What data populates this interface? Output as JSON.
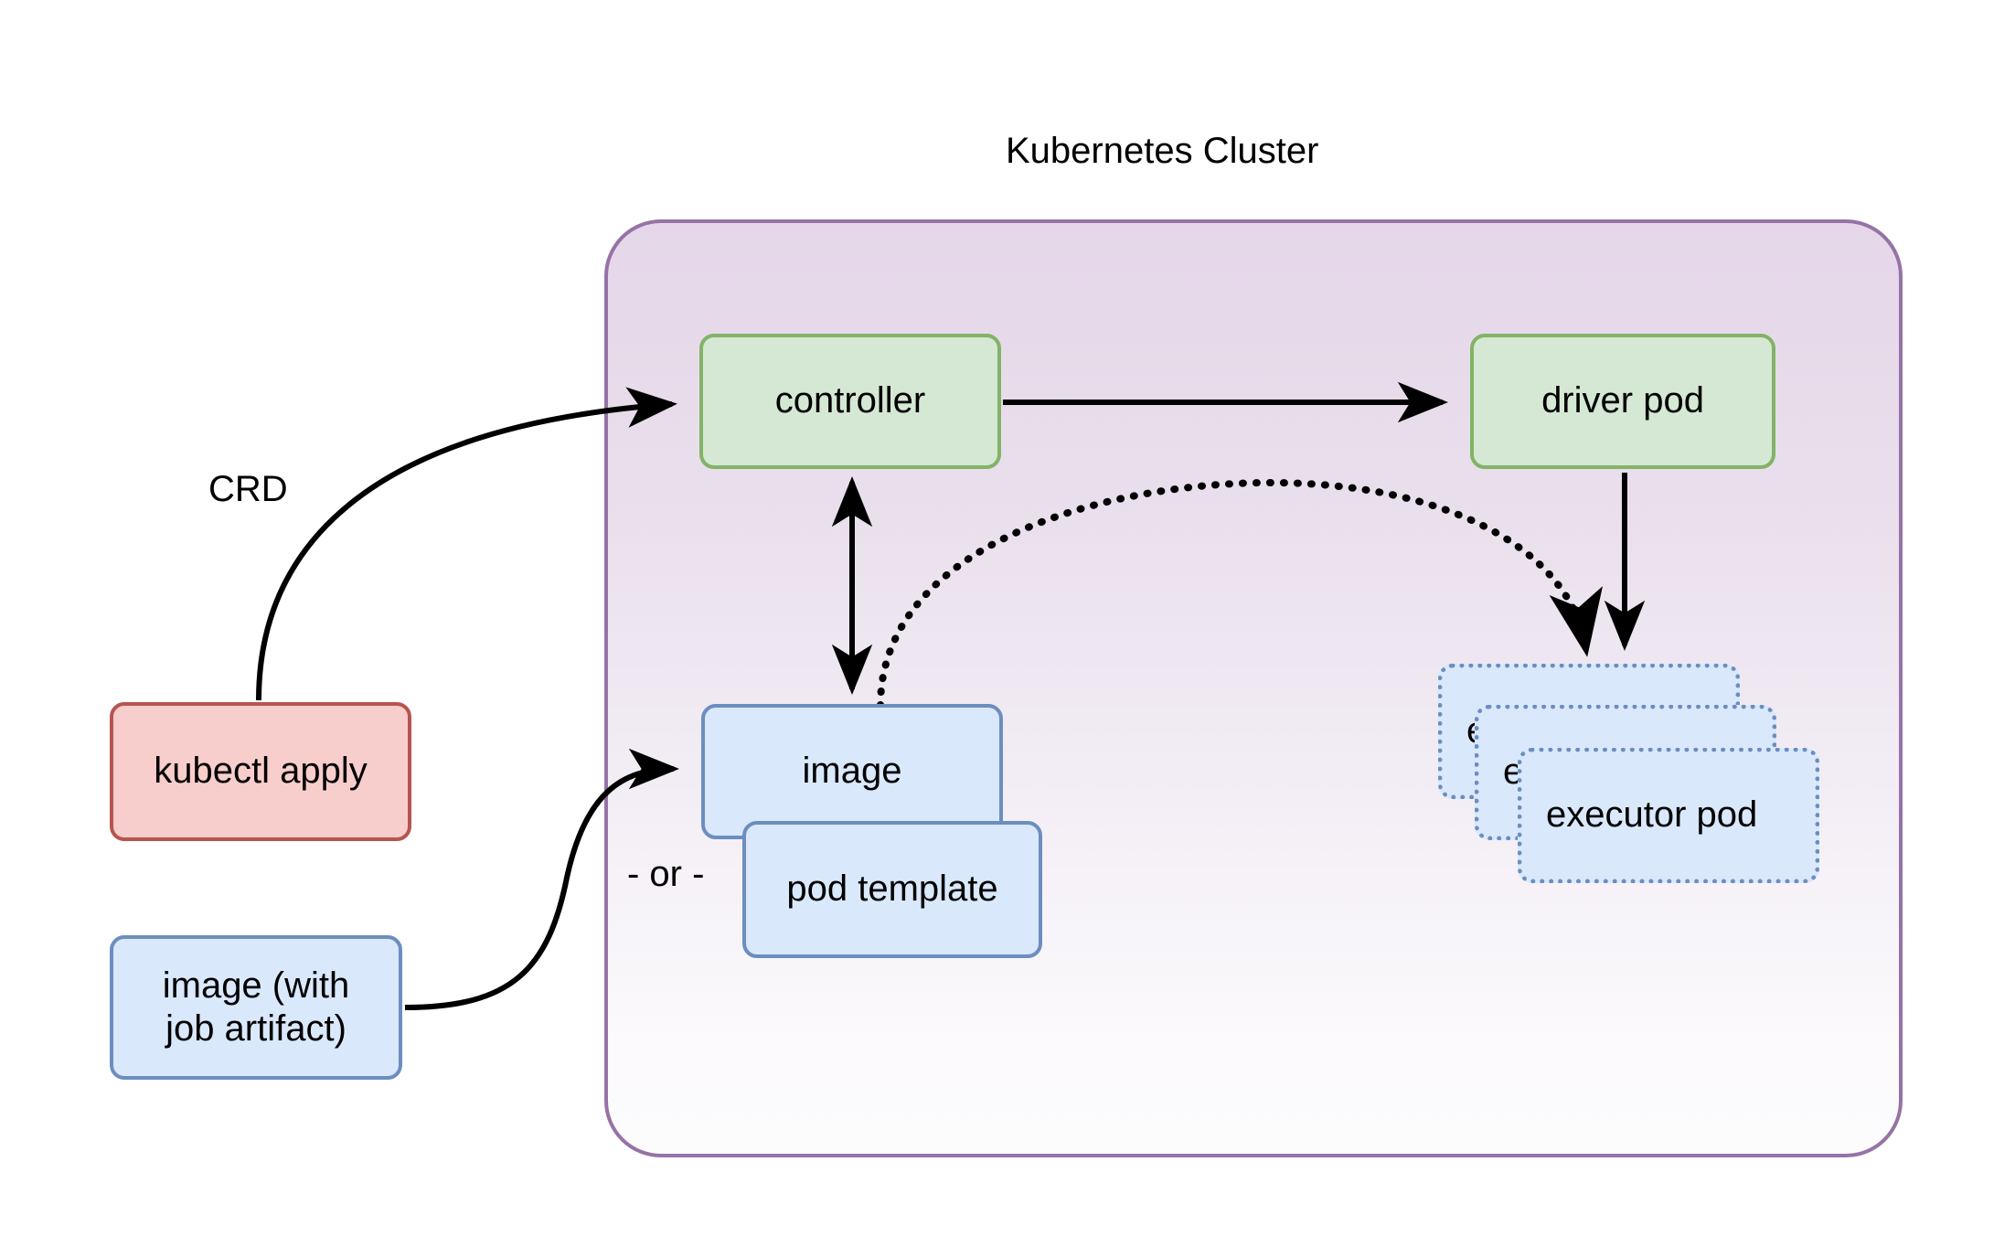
{
  "diagram": {
    "title": "Kubernetes Cluster",
    "type": "architecture-flow"
  },
  "cluster": {
    "title": "Kubernetes Cluster",
    "border_color": "#9673a6",
    "fill_gradient_top": "#e5d7e9",
    "fill_gradient_bottom": "#fdfcfd"
  },
  "nodes": {
    "controller": {
      "label": "controller",
      "fill": "#d5e8d4",
      "stroke": "#82b366",
      "style": "solid"
    },
    "driver_pod": {
      "label": "driver pod",
      "fill": "#d5e8d4",
      "stroke": "#82b366",
      "style": "solid"
    },
    "kubectl_apply": {
      "label": "kubectl apply",
      "fill": "#f8cecc",
      "stroke": "#b85450",
      "style": "solid"
    },
    "image_with_job_artifact": {
      "label": "image (with\njob artifact)",
      "fill": "#dae8fc",
      "stroke": "#6c8ebf",
      "style": "solid"
    },
    "image": {
      "label": "image",
      "fill": "#dae8fc",
      "stroke": "#6c8ebf",
      "style": "solid"
    },
    "pod_template": {
      "label": "pod template",
      "fill": "#dae8fc",
      "stroke": "#6c8ebf",
      "style": "solid"
    },
    "executor_pods": [
      {
        "label": "executor pod",
        "fill": "#dae8fc",
        "stroke": "#6c8ebf",
        "style": "dotted"
      },
      {
        "label": "executor pod",
        "fill": "#dae8fc",
        "stroke": "#6c8ebf",
        "style": "dotted"
      },
      {
        "label": "executor pod",
        "fill": "#dae8fc",
        "stroke": "#6c8ebf",
        "style": "dotted"
      }
    ]
  },
  "edge_labels": {
    "crd": "CRD",
    "or": "- or -"
  },
  "edges": [
    {
      "from": "kubectl apply",
      "to": "controller",
      "label": "CRD",
      "style": "solid",
      "arrow": "single"
    },
    {
      "from": "controller",
      "to": "driver pod",
      "label": "",
      "style": "solid",
      "arrow": "single"
    },
    {
      "from": "controller",
      "to": "image",
      "label": "",
      "style": "solid",
      "arrow": "double"
    },
    {
      "from": "driver pod",
      "to": "executor pod",
      "label": "",
      "style": "solid",
      "arrow": "single"
    },
    {
      "from": "image",
      "to": "executor pod",
      "label": "",
      "style": "dotted",
      "arrow": "single"
    },
    {
      "from": "image (with job artifact)",
      "to": "image",
      "label": "- or -",
      "style": "solid",
      "arrow": "single"
    }
  ]
}
